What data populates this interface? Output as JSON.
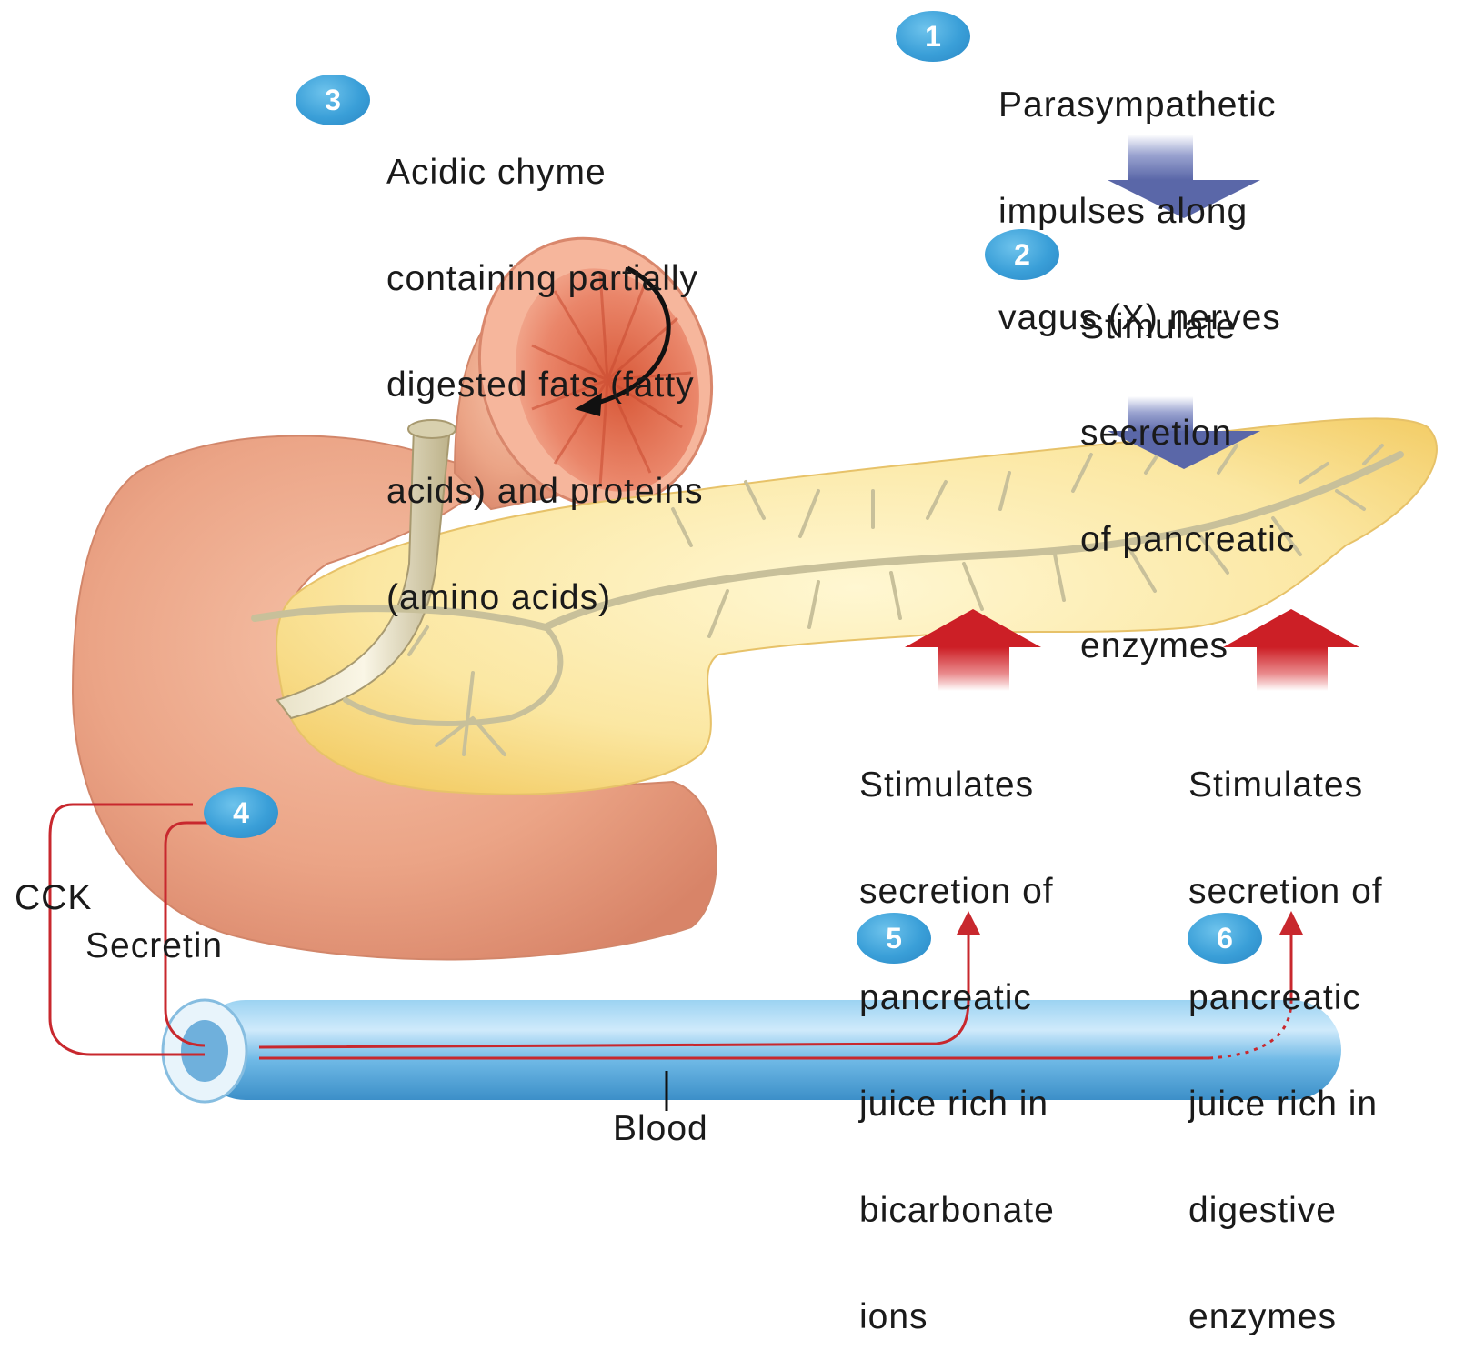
{
  "steps": [
    {
      "number": "1",
      "lines": [
        "Parasympathetic",
        "impulses along",
        "vagus (X) nerves"
      ]
    },
    {
      "number": "2",
      "lines": [
        "Stimulate",
        "secretion",
        "of pancreatic",
        "enzymes"
      ]
    },
    {
      "number": "3",
      "lines": [
        "Acidic chyme",
        "containing partially",
        "digested fats (fatty",
        "acids) and proteins",
        "(amino acids)"
      ]
    },
    {
      "number": "4"
    },
    {
      "number": "5",
      "lines": [
        "Stimulates",
        "secretion of",
        "pancreatic",
        "juice rich in",
        "bicarbonate",
        "ions"
      ]
    },
    {
      "number": "6",
      "lines": [
        "Stimulates",
        "secretion of",
        "pancreatic",
        "juice rich in",
        "digestive",
        "enzymes"
      ]
    }
  ],
  "hormones": {
    "cck": "CCK",
    "secretin": "Secretin"
  },
  "vessel_label": "Blood",
  "colors": {
    "badge": "#3a9fd8",
    "stomach": "#e9a487",
    "pancreas": "#f7de8a",
    "duct": "#c8c09a",
    "hormone_path": "#c8282e",
    "vagal_arrow": "#6b78b4",
    "secretion_arrow": "#d0262c",
    "blood_vessel": "#5aaee0"
  }
}
